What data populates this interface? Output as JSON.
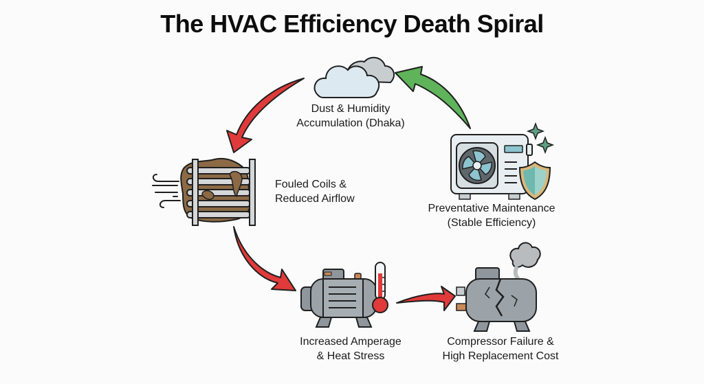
{
  "title": "The HVAC Efficiency Death Spiral",
  "colors": {
    "background": "#fbfbfb",
    "arrow_red": "#e03a3a",
    "arrow_green": "#5fb35a",
    "outline": "#1f1f1f",
    "dust_brown": "#8b6a45",
    "metal_gray": "#8f979c",
    "cloud_blue": "#dce9f0",
    "shield_teal": "#6fb8b0",
    "shield_gold": "#d9b77a",
    "sparkle_green": "#5e9e82"
  },
  "nodes": [
    {
      "id": "dust",
      "icon": "cloud-icon",
      "label_line1": "Dust & Humidity",
      "label_line2": "Accumulation (Dhaka)"
    },
    {
      "id": "coils",
      "icon": "fouled-coil-icon",
      "label_line1": "Fouled Coils &",
      "label_line2": "Reduced Airflow"
    },
    {
      "id": "amperage",
      "icon": "overheating-compressor-icon",
      "label_line1": "Increased Amperage",
      "label_line2": "& Heat Stress"
    },
    {
      "id": "failure",
      "icon": "broken-compressor-icon",
      "label_line1": "Compressor Failure &",
      "label_line2": "High Replacement Cost"
    },
    {
      "id": "maintenance",
      "icon": "ac-unit-shield-icon",
      "label_line1": "Preventative Maintenance",
      "label_line2": "(Stable Efficiency)"
    }
  ],
  "arrows": [
    {
      "from": "dust",
      "to": "coils",
      "color": "red"
    },
    {
      "from": "coils",
      "to": "amperage",
      "color": "red"
    },
    {
      "from": "amperage",
      "to": "failure",
      "color": "red"
    },
    {
      "from": "maintenance",
      "to": "dust",
      "color": "green"
    }
  ]
}
